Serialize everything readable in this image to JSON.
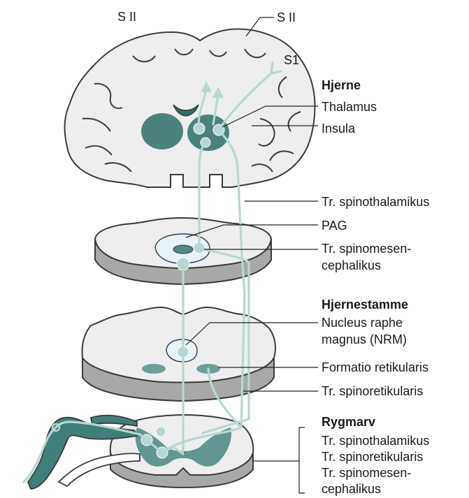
{
  "labels": {
    "s2_left": "S II",
    "s2_right": "S II",
    "s1": "S1",
    "brain_heading": "Hjerne",
    "thalamus": "Thalamus",
    "insula": "Insula",
    "tr_spinothalamikus": "Tr. spinothalamikus",
    "pag": "PAG",
    "tr_spinomesen_line1": "Tr. spinomesen-",
    "tr_spinomesen_line2": "cephalikus",
    "brainstem_heading": "Hjernestamme",
    "nrm_line1": "Nucleus raphe",
    "nrm_line2": "magnus (NRM)",
    "formatio": "Formatio retikularis",
    "tr_spinoretikularis": "Tr. spinoretikularis",
    "spinal_heading": "Rygmarv",
    "spinal_item1": "Tr. spinothalamikus",
    "spinal_item2": "Tr. spinoretikularis",
    "spinal_item3_line1": "Tr. spinomesen-",
    "spinal_item3_line2": "cephalikus"
  },
  "colors": {
    "tract": "#b7d7d3",
    "brain_fill": "#ededed",
    "dark_teal": "#3f7f7a",
    "slab_side": "#a8a8a8"
  }
}
